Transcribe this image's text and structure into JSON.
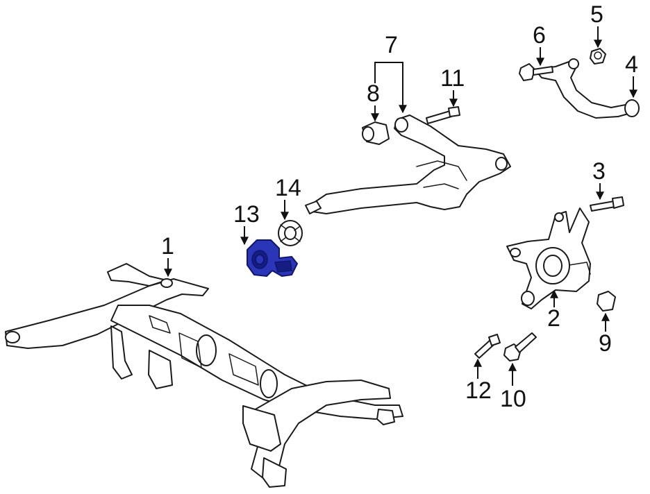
{
  "diagram": {
    "highlight_color": "#2a35b8",
    "line_color": "#1a1a1a",
    "callouts": [
      {
        "id": "1",
        "label": "1"
      },
      {
        "id": "2",
        "label": "2"
      },
      {
        "id": "3",
        "label": "3"
      },
      {
        "id": "4",
        "label": "4"
      },
      {
        "id": "5",
        "label": "5"
      },
      {
        "id": "6",
        "label": "6"
      },
      {
        "id": "7",
        "label": "7"
      },
      {
        "id": "8",
        "label": "8"
      },
      {
        "id": "9",
        "label": "9"
      },
      {
        "id": "10",
        "label": "10"
      },
      {
        "id": "11",
        "label": "11"
      },
      {
        "id": "12",
        "label": "12"
      },
      {
        "id": "13",
        "label": "13"
      },
      {
        "id": "14",
        "label": "14"
      }
    ]
  }
}
